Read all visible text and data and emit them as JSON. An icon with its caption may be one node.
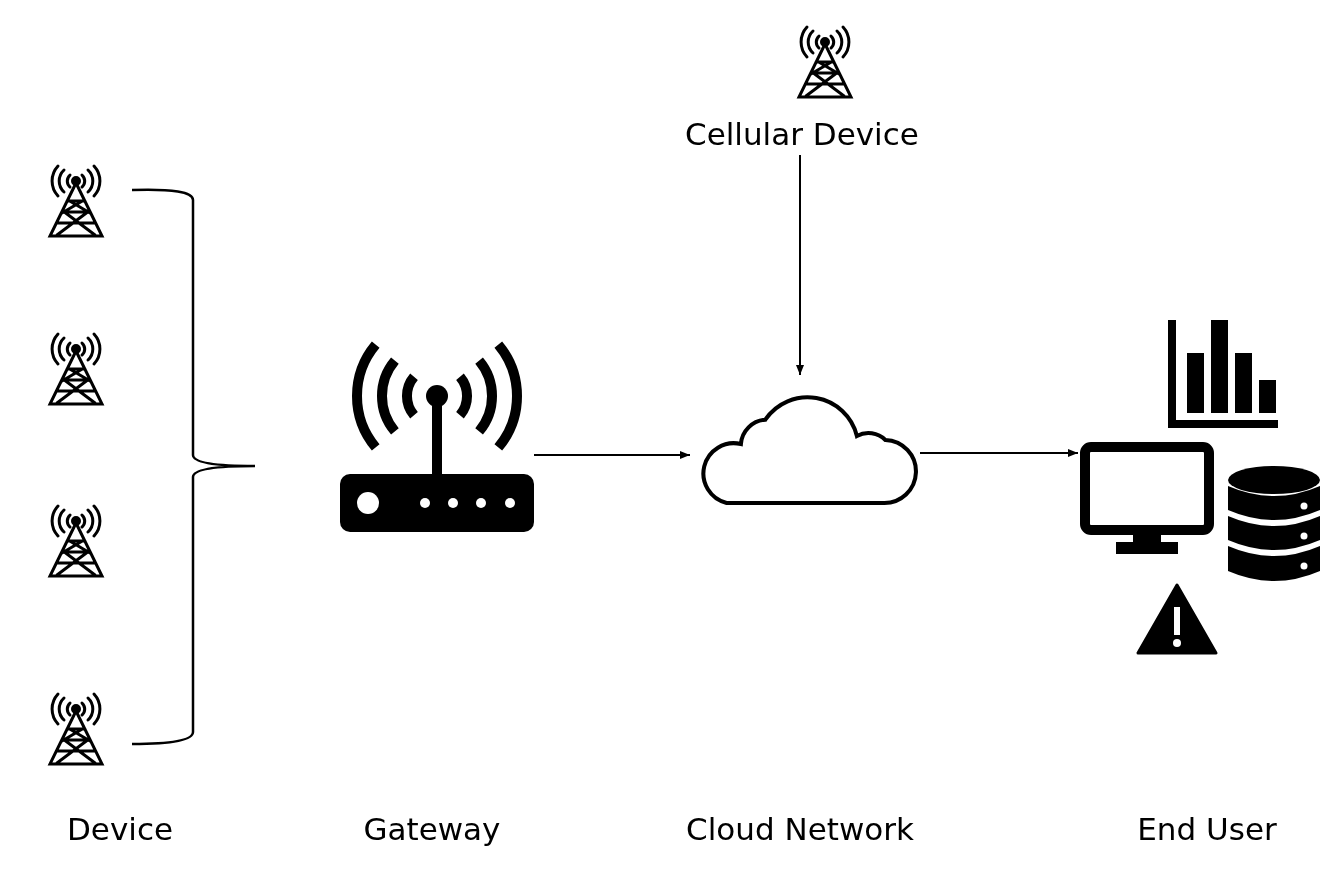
{
  "diagram": {
    "nodes": [
      {
        "text": [
          "Cellular Device"
        ]
      },
      {
        "text": [],
        "shape": "picture"
      },
      {
        "text": [],
        "shape": "cloud"
      },
      {
        "text": [],
        "shape": "picture"
      }
    ],
    "edges": [
      {
        "from": 1,
        "to": 2,
        "arrow": "to"
      },
      {
        "from": 0,
        "to": 2,
        "arrow": "to"
      },
      {
        "from": 2,
        "to": 3,
        "arrow": "to"
      }
    ],
    "labels": [
      "Device",
      "Gateway",
      "Cloud Network",
      "End User"
    ]
  }
}
